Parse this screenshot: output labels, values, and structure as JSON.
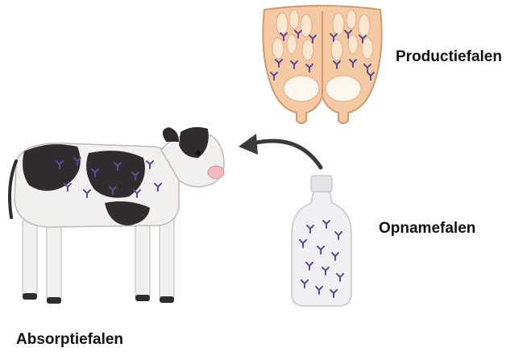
{
  "labels": {
    "production": "Productiefalen",
    "intake": "Opnamefalen",
    "absorption": "Absorptiefalen"
  },
  "colors": {
    "udder_outer": "#f4c9a3",
    "udder_outline": "#d29a6c",
    "alveoli": "#fbe6cf",
    "cistern": "#fdf6ec",
    "antibody": "#5b4b9a",
    "cow_white": "#f1f0ee",
    "cow_black": "#2f2b2e",
    "cow_nose": "#f2b8c0",
    "arrow": "#3a3a3a",
    "bottle_body": "#eef0f4",
    "bottle_cap": "#e2e4e9"
  },
  "icons": [
    "udder-cross-section",
    "calf-illustration",
    "colostrum-bottle",
    "curved-arrow",
    "antibody-icon"
  ]
}
